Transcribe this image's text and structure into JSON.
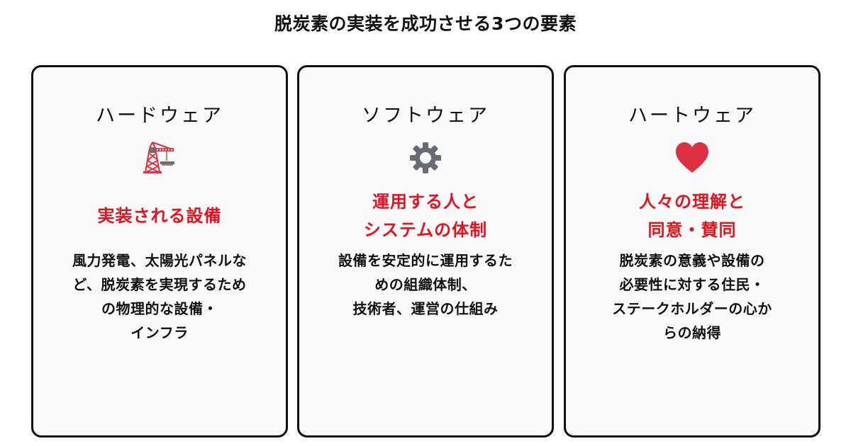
{
  "title": "脱炭素の実装を成功させる3つの要素",
  "colors": {
    "accent_red": "#e3121e",
    "heart_red": "#dc2f3f",
    "gear_gray": "#656c73",
    "card_bg": "#f9f9f9",
    "card_border": "#111111"
  },
  "cards": [
    {
      "heading": "ハードウェア",
      "icon": "crane-icon",
      "subtitle_lines": [
        "実装される設備"
      ],
      "description_lines": [
        "風力発電、太陽光パネルな",
        "ど、脱炭素を実現するため",
        "の物理的な設備・",
        "インフラ"
      ]
    },
    {
      "heading": "ソフトウェア",
      "icon": "gear-icon",
      "subtitle_lines": [
        "運用する人と",
        "システムの体制"
      ],
      "description_lines": [
        "設備を安定的に運用するた",
        "めの組織体制、",
        "技術者、運営の仕組み"
      ]
    },
    {
      "heading": "ハートウェア",
      "icon": "heart-icon",
      "subtitle_lines": [
        "人々の理解と",
        "同意・賛同"
      ],
      "description_lines": [
        "脱炭素の意義や設備の",
        "必要性に対する住民・",
        "ステークホルダーの心か",
        "らの納得"
      ]
    }
  ]
}
